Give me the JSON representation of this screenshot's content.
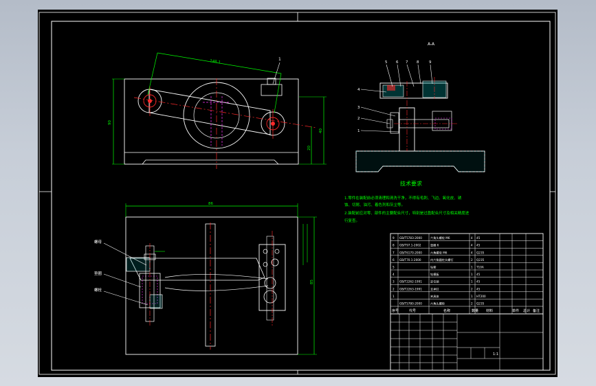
{
  "section_label": "A-A",
  "tech_title": "技术要求",
  "tech_lines": [
    "1.零件在装配前必须清理和清洗干净，不得有毛刺、飞边、氧化皮、锈",
    "蚀、切屑、油污、着色剂和灰尘等。",
    "2.装配前应对零、部件的主要配合尺寸，特别是过盈配合尺寸及相关精度进",
    "行复查。"
  ],
  "part_numbers_top": [
    "1"
  ],
  "part_numbers_section": [
    "5",
    "6",
    "7",
    "8",
    "9",
    "4",
    "3",
    "2",
    "1"
  ],
  "part_labels_bottom": [
    "螺母",
    "垫圈",
    "螺栓"
  ],
  "dimension_labels": {
    "angled": "148.1",
    "height_left": "90",
    "height_right": "40",
    "small_right": "20",
    "width_bottom": "86",
    "height_bottom": "85"
  },
  "bom_rows": [
    [
      "9",
      "GB/T5783-2000",
      "六角头螺栓 M6",
      "4",
      "45"
    ],
    [
      "8",
      "GB/T97.1-2002",
      "垫圈 6",
      "4",
      "45"
    ],
    [
      "7",
      "GB/T6170-2000",
      "六角螺母 M6",
      "4",
      "Q235"
    ],
    [
      "6",
      "GB/T70.1-2000",
      "内六角圆柱头螺钉",
      "2",
      "Q235"
    ],
    [
      "5",
      "",
      "钻套",
      "1",
      "T10A"
    ],
    [
      "4",
      "",
      "钻模板",
      "1",
      "45"
    ],
    [
      "3",
      "GB/T2262-1991",
      "定位销",
      "1",
      "45"
    ],
    [
      "2",
      "GB/T2263-1991",
      "支承钉",
      "2",
      "45"
    ],
    [
      "1",
      "",
      "夹具体",
      "1",
      "HT200"
    ],
    [
      "",
      "GB/T5780-2000",
      "六角头螺栓",
      "2",
      "Q235"
    ]
  ],
  "bom_headers": [
    "序号",
    "代号",
    "名称",
    "数量",
    "材料",
    "单件",
    "总计",
    "备注"
  ],
  "title_block_scale": "1:1"
}
